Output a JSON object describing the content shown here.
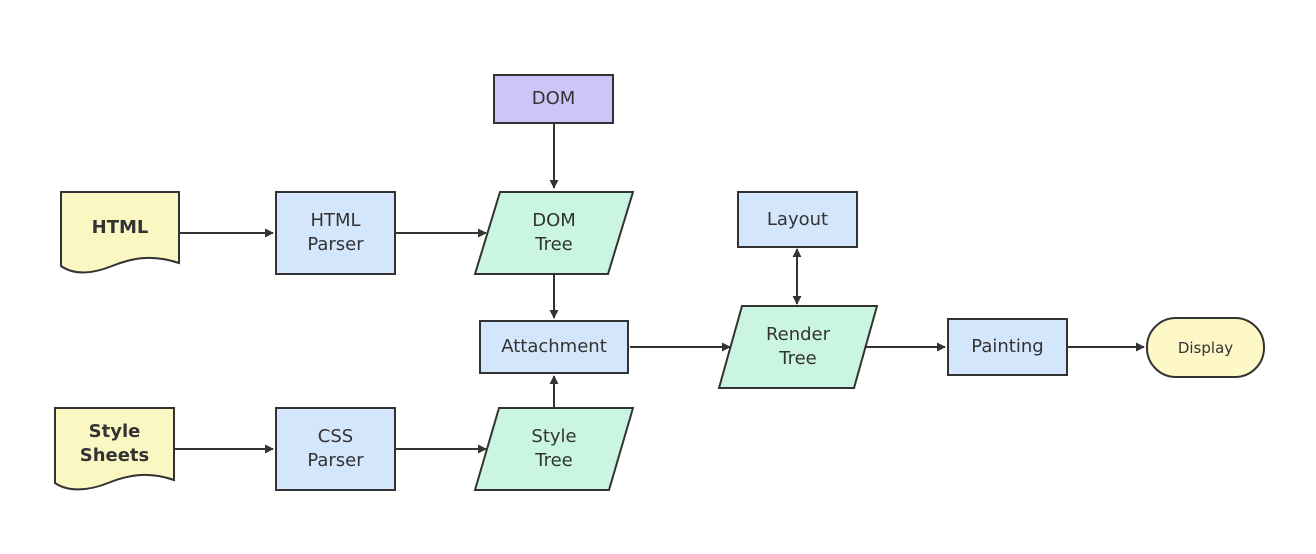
{
  "diagram": {
    "colors": {
      "process": "#d4e6fb",
      "data": "#c9f5e1",
      "document": "#fbf7c3",
      "dom": "#ccc6f8",
      "terminal": "#fdf8c6",
      "stroke": "#333333",
      "arrow": "#333333"
    },
    "nodes": {
      "dom": {
        "label": "DOM"
      },
      "html": {
        "label": "HTML"
      },
      "html_parser": {
        "label": "HTML\nParser"
      },
      "dom_tree": {
        "label": "DOM\nTree"
      },
      "layout": {
        "label": "Layout"
      },
      "attachment": {
        "label": "Attachment"
      },
      "render_tree": {
        "label": "Render\nTree"
      },
      "painting": {
        "label": "Painting"
      },
      "display": {
        "label": "Display"
      },
      "style_sheets": {
        "label": "Style\nSheets"
      },
      "css_parser": {
        "label": "CSS\nParser"
      },
      "style_tree": {
        "label": "Style\nTree"
      }
    },
    "edges": [
      {
        "from": "html",
        "to": "html_parser"
      },
      {
        "from": "html_parser",
        "to": "dom_tree"
      },
      {
        "from": "dom",
        "to": "dom_tree"
      },
      {
        "from": "dom_tree",
        "to": "attachment"
      },
      {
        "from": "style_sheets",
        "to": "css_parser"
      },
      {
        "from": "css_parser",
        "to": "style_tree"
      },
      {
        "from": "style_tree",
        "to": "attachment"
      },
      {
        "from": "attachment",
        "to": "render_tree"
      },
      {
        "from": "layout",
        "to": "render_tree",
        "bidirectional": true
      },
      {
        "from": "render_tree",
        "to": "painting"
      },
      {
        "from": "painting",
        "to": "display"
      }
    ]
  }
}
